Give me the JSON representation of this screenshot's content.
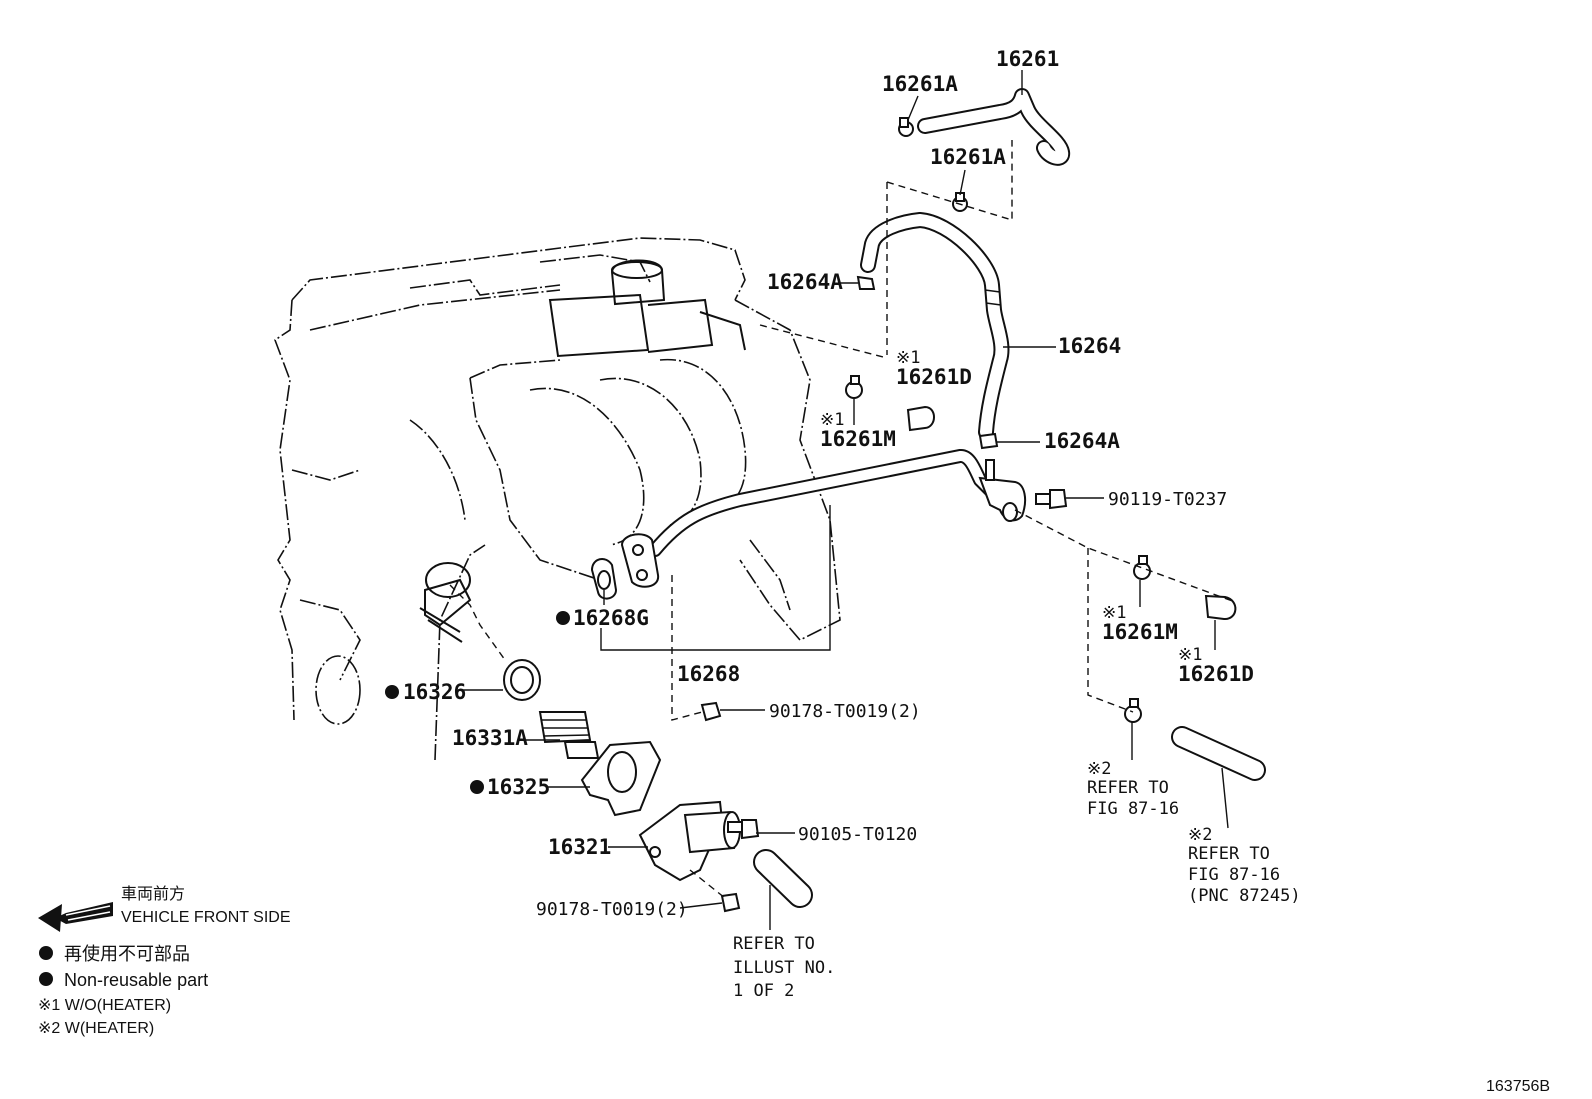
{
  "parts": {
    "p16261": "16261",
    "p16261A_top": "16261A",
    "p16261A_mid": "16261A",
    "p16264A_left": "16264A",
    "p16264": "16264",
    "p16264A_right": "16264A",
    "p16261D_top": "16261D",
    "p16261M_top": "16261M",
    "p90119": "90119-T0237",
    "p16261M_right": "16261M",
    "p16261D_right": "16261D",
    "p16268G": "16268G",
    "p16268": "16268",
    "p90178_upper": "90178-T0019(2)",
    "p16326": "16326",
    "p16331A": "16331A",
    "p16325": "16325",
    "p90105": "90105-T0120",
    "p16321": "16321",
    "p90178_lower": "90178-T0019(2)"
  },
  "marks": {
    "m1": "※1",
    "m2": "※2"
  },
  "refs": {
    "fig_a": [
      "REFER TO",
      "FIG 87-16"
    ],
    "fig_b": [
      "REFER TO",
      "FIG 87-16",
      "(PNC 87245)"
    ],
    "illust": [
      "REFER TO",
      "ILLUST NO.",
      "1 OF 2"
    ]
  },
  "legend": {
    "front_jp": "車両前方",
    "front_en": "VEHICLE FRONT SIDE",
    "nonreuse_jp": "再使用不可部品",
    "nonreuse_en": "Non-reusable part",
    "note1": "※1 W/O(HEATER)",
    "note2": "※2 W(HEATER)"
  },
  "illustration_id": "163756B"
}
